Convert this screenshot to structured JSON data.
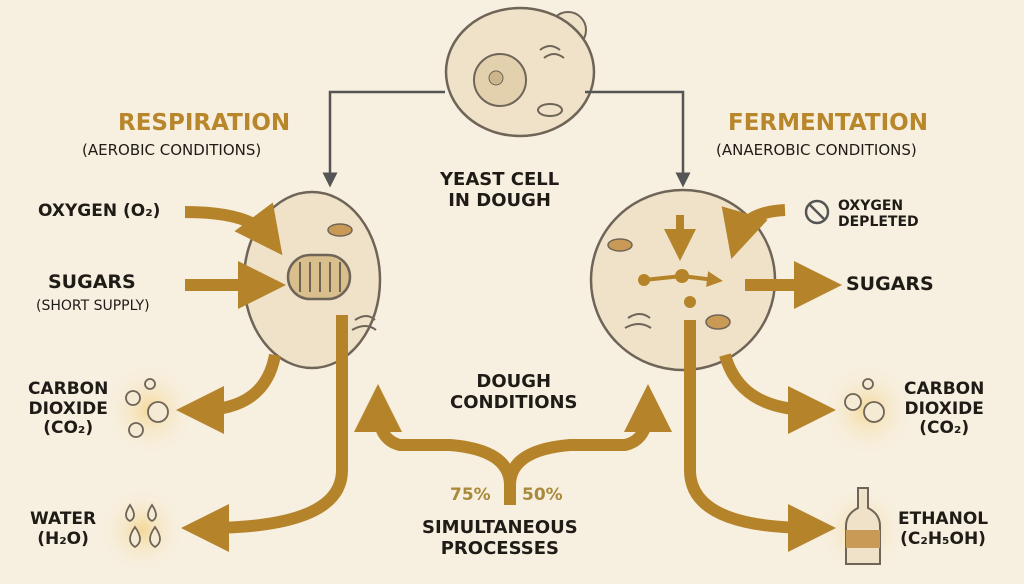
{
  "colors": {
    "background": "#f7efdf",
    "arrow": "#b5842a",
    "title": "#b8862b",
    "cell_fill": "#efe2c8",
    "cell_stroke": "#6e6558"
  },
  "center": {
    "yeast_label": [
      "YEAST CELL",
      "IN DOUGH"
    ],
    "dough_conditions": [
      "DOUGH",
      "CONDITIONS"
    ],
    "pct_left": "75%",
    "pct_right": "50%",
    "simultaneous": [
      "SIMULTANEOUS",
      "PROCESSES"
    ]
  },
  "respiration": {
    "title": "RESPIRATION",
    "subtitle": "(AEROBIC CONDITIONS)",
    "inputs": [
      {
        "label": "OXYGEN (O₂)"
      },
      {
        "label": "SUGARS",
        "sub": "(SHORT SUPPLY)"
      }
    ],
    "outputs": [
      {
        "label": [
          "CARBON",
          "DIOXIDE",
          "(CO₂)"
        ],
        "icon": "bubbles-icon"
      },
      {
        "label": [
          "WATER",
          "(H₂O)"
        ],
        "icon": "water-drops-icon"
      }
    ]
  },
  "fermentation": {
    "title": "FERMENTATION",
    "subtitle": "(ANAEROBIC CONDITIONS)",
    "inputs": [
      {
        "label": [
          "OXYGEN",
          "DEPLETED"
        ],
        "icon": "no-symbol-icon"
      }
    ],
    "outputs": [
      {
        "label": "SUGARS"
      },
      {
        "label": [
          "CARBON",
          "DIOXIDE",
          "(CO₂)"
        ],
        "icon": "bubbles-icon"
      },
      {
        "label": [
          "ETHANOL",
          "(C₂H₅OH)"
        ],
        "icon": "bottle-icon"
      }
    ]
  }
}
